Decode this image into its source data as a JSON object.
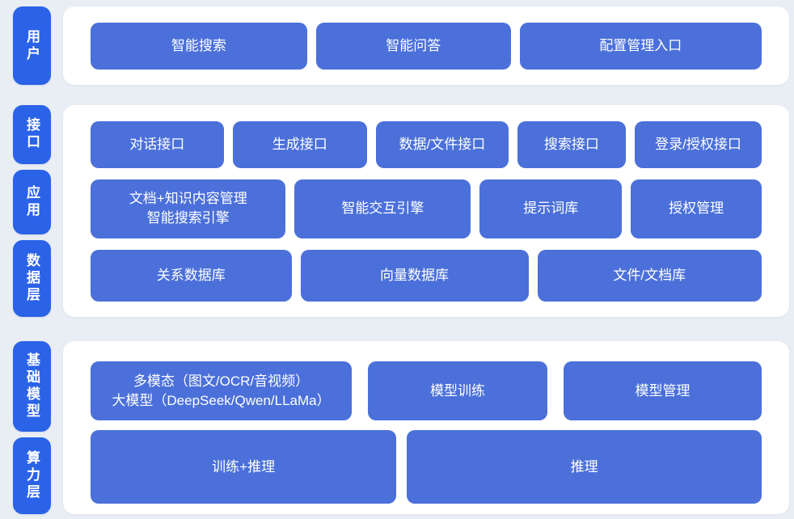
{
  "colors": {
    "background": "#e9eef5",
    "card": "#ffffff",
    "pill_blue": "#2b63e8",
    "box_blue": "#4b70da",
    "text_white": "#ffffff"
  },
  "sections": [
    {
      "name": "user-layer",
      "pills": [
        {
          "label": "用户"
        }
      ],
      "rows": [
        {
          "buttons": [
            {
              "label": "智能搜索"
            },
            {
              "label": "智能问答"
            },
            {
              "label": "配置管理入口"
            }
          ]
        }
      ]
    },
    {
      "name": "interface-app-data-layers",
      "pills": [
        {
          "label": "接口"
        },
        {
          "label": "应用"
        },
        {
          "label": "数据层"
        }
      ],
      "rows": [
        {
          "buttons": [
            {
              "label": "对话接口"
            },
            {
              "label": "生成接口"
            },
            {
              "label": "数据/文件接口"
            },
            {
              "label": "搜索接口"
            },
            {
              "label": "登录/授权接口"
            }
          ]
        },
        {
          "buttons": [
            {
              "label": "文档+知识内容管理\n智能搜索引擎"
            },
            {
              "label": "智能交互引擎"
            },
            {
              "label": "提示词库"
            },
            {
              "label": "授权管理"
            }
          ]
        },
        {
          "buttons": [
            {
              "label": "关系数据库"
            },
            {
              "label": "向量数据库"
            },
            {
              "label": "文件/文档库"
            }
          ]
        }
      ]
    },
    {
      "name": "model-compute-layers",
      "pills": [
        {
          "label": "基础模型"
        },
        {
          "label": "算力层"
        }
      ],
      "rows": [
        {
          "buttons": [
            {
              "label": "多模态（图文/OCR/音视频）\n大模型（DeepSeek/Qwen/LLaMa）"
            },
            {
              "label": "模型训练"
            },
            {
              "label": "模型管理"
            }
          ]
        },
        {
          "buttons": [
            {
              "label": "训练+推理"
            },
            {
              "label": "推理"
            }
          ]
        }
      ]
    }
  ]
}
